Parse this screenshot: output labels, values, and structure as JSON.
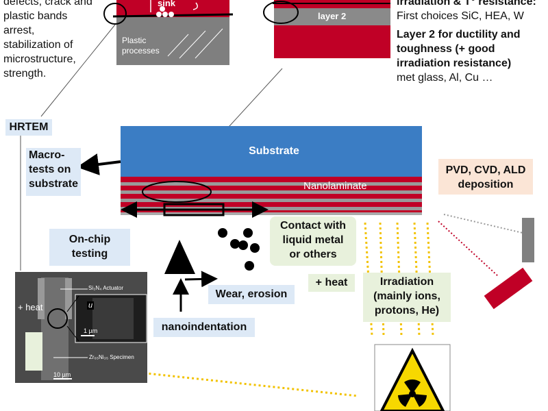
{
  "top_left_text": [
    "defects, crack and",
    "plastic bands",
    "arrest,",
    "stabilization of",
    "microstructure,",
    "strength."
  ],
  "inset_left": {
    "sink": "sink",
    "plastic": [
      "Plastic",
      "processes"
    ]
  },
  "inset_right": {
    "layer2": "layer 2"
  },
  "top_right_text": {
    "line1": "irradiation & T° resistance:",
    "line2": "First choices SiC, HEA, W",
    "layer2_bold": [
      "Layer 2 for ductility and",
      "toughness (+ good",
      "irradiation resistance)"
    ],
    "layer2_list": "met glass, Al, Cu …"
  },
  "labels": {
    "hrtem": "HRTEM",
    "substrate": "Substrate",
    "nanolaminate": "Nanolaminate",
    "macro": [
      "Macro-",
      "tests on",
      "substrate"
    ],
    "pvd": [
      "PVD, CVD, ALD",
      "deposition"
    ],
    "onchip": [
      "On-chip",
      "testing"
    ],
    "contact": [
      "Contact with",
      "liquid metal",
      "or others"
    ],
    "heat_mid": "+ heat",
    "irradiation": [
      "Irradiation",
      "(mainly ions,",
      "protons, He)"
    ],
    "wear": "Wear, erosion",
    "nanoindentation": "nanoindentation"
  },
  "micrograph": {
    "actuator": "Si₃N₄ Actuator",
    "heat": "+ heat",
    "u": "u",
    "scale_small": "1 µm",
    "specimen": "Zr₆₅Ni₃₅ Specimen",
    "scale_big": "10 µm"
  },
  "colors": {
    "substrate": "#3b7dc4",
    "laminate_red": "#c00026",
    "laminate_gray": "#8a8a8a",
    "yellow_dash": "#f2c200"
  },
  "icons": [
    "radiation-warning-icon",
    "pyramid-indenter-icon"
  ]
}
